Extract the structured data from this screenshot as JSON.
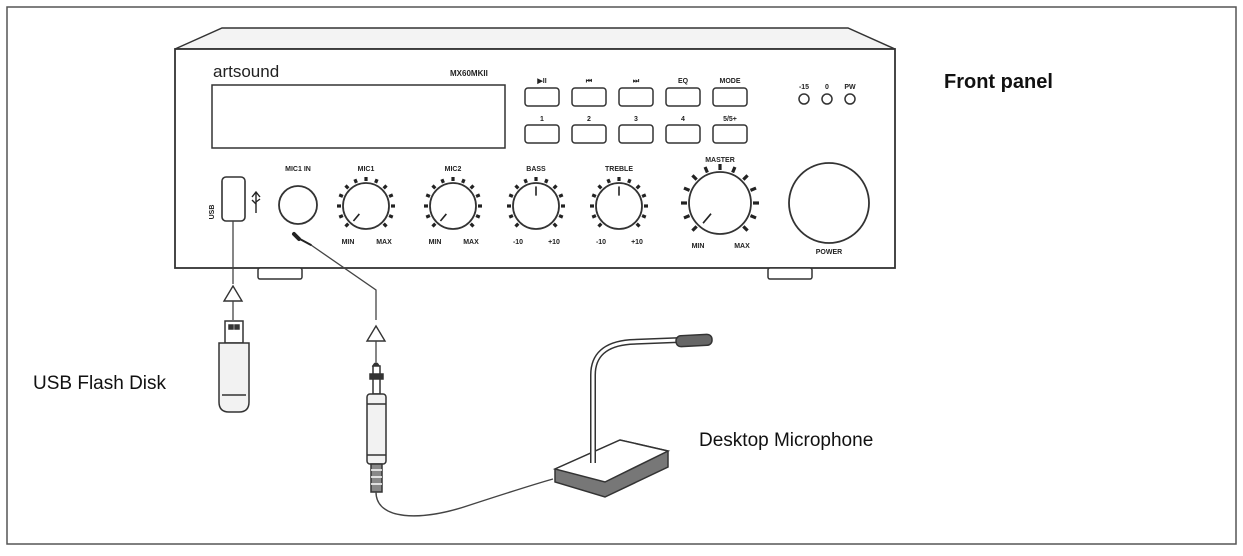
{
  "heading": "Front panel",
  "brand": "artsound",
  "model": "MX60MKII",
  "transport_buttons": [
    "▶II",
    "⏮",
    "⏭",
    "EQ",
    "MODE"
  ],
  "preset_buttons": [
    "1",
    "2",
    "3",
    "4",
    "5/5+"
  ],
  "indicators": [
    "-15",
    "0",
    "PW"
  ],
  "usb_label": "USB",
  "mic_in_label": "MIC1 IN",
  "knobs": [
    {
      "name": "MIC1",
      "min": "MIN",
      "max": "MAX"
    },
    {
      "name": "MIC2",
      "min": "MIN",
      "max": "MAX"
    },
    {
      "name": "BASS",
      "min": "-10",
      "max": "+10"
    },
    {
      "name": "TREBLE",
      "min": "-10",
      "max": "+10"
    },
    {
      "name": "MASTER",
      "min": "MIN",
      "max": "MAX"
    }
  ],
  "power_label": "POWER",
  "usb_device_label": "USB Flash Disk",
  "microphone_label": "Desktop Microphone"
}
